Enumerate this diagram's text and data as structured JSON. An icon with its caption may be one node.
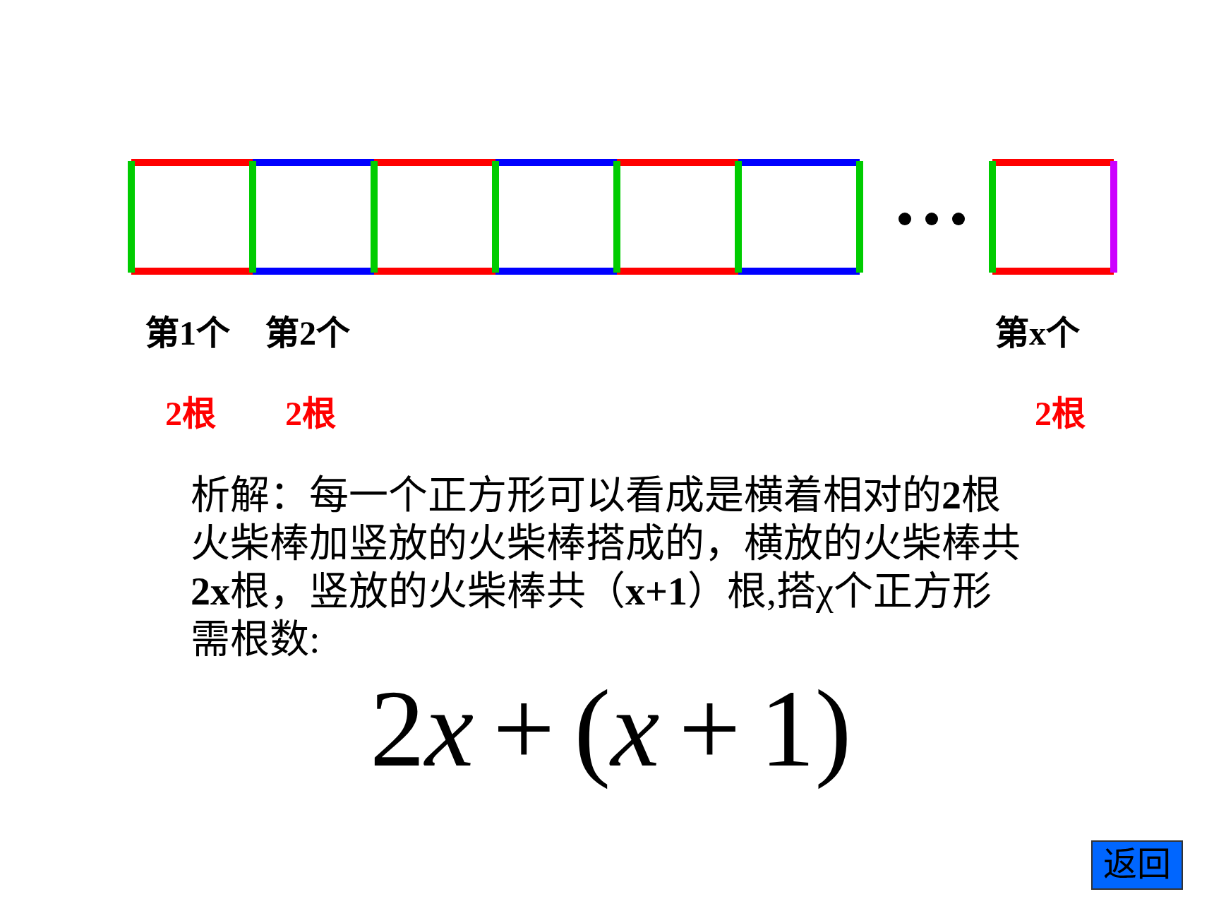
{
  "diagram": {
    "labels": [
      "第1个",
      "第2个",
      "第x个",
      "2根",
      "2根",
      "2根",
      "析解：每一个正方形可以看成是横着相对的**2**根火柴棒加竖放的火柴棒搭成的，横放的火柴棒共**2x**根，竖放的火柴棒共（**x+1**）根,搭χ个正方形需根数:",
      "2x + (x + 1)",
      "返回"
    ]
  }
}
